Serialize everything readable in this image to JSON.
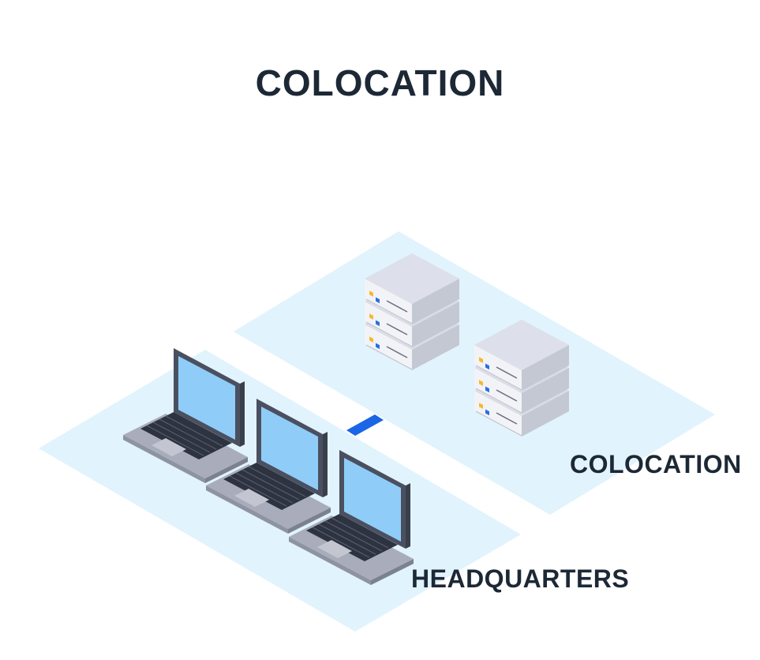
{
  "title": "COLOCATION",
  "zones": {
    "colocation": {
      "label": "COLOCATION",
      "server_count": 2,
      "units_per_server": 3
    },
    "headquarters": {
      "label": "HEADQUARTERS",
      "laptop_count": 3
    }
  },
  "colors": {
    "text": "#1d2836",
    "zone_fill": "#e1f3fc",
    "link": "#1a66e6",
    "server_led_yellow": "#f5b82e",
    "server_led_blue": "#2a6fe0",
    "laptop_screen": "#8fcdf8",
    "laptop_bezel": "#4a5060"
  },
  "icons": {
    "server": "server-icon",
    "laptop": "laptop-icon",
    "link": "network-link-icon"
  }
}
